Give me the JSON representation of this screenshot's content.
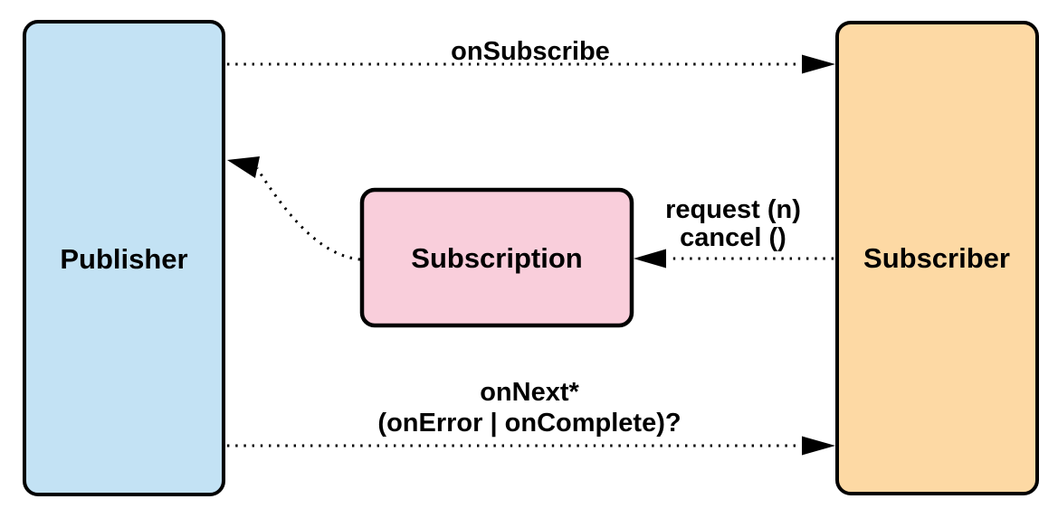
{
  "colors": {
    "publisher_fill": "#c3e2f4",
    "subscription_fill": "#f9cedb",
    "subscriber_fill": "#fdd9a4",
    "stroke": "#000000",
    "background": "#ffffff"
  },
  "nodes": {
    "publisher": {
      "label": "Publisher"
    },
    "subscription": {
      "label": "Subscription"
    },
    "subscriber": {
      "label": "Subscriber"
    }
  },
  "edges": {
    "on_subscribe": {
      "label": "onSubscribe",
      "from": "publisher",
      "to": "subscriber",
      "style": "dotted-arrow"
    },
    "request_cancel": {
      "lines": [
        "request (n)",
        "cancel ()"
      ],
      "from": "subscriber",
      "to": "subscription",
      "style": "dotted-arrow"
    },
    "subscription_to_publisher": {
      "from": "subscription",
      "to": "publisher",
      "style": "dotted-arrow-curved"
    },
    "on_next": {
      "lines": [
        "onNext*",
        "(onError | onComplete)?"
      ],
      "from": "publisher",
      "to": "subscriber",
      "style": "dotted-arrow"
    }
  }
}
